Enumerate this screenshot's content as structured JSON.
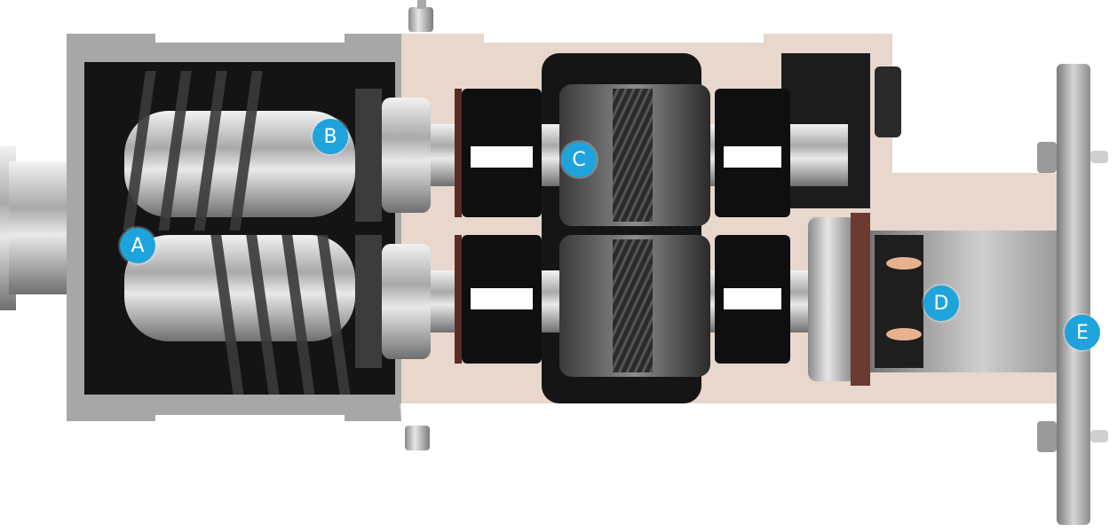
{
  "diagram": {
    "markers": [
      {
        "id": "A",
        "label": "A"
      },
      {
        "id": "B",
        "label": "B"
      },
      {
        "id": "C",
        "label": "C"
      },
      {
        "id": "D",
        "label": "D"
      },
      {
        "id": "E",
        "label": "E"
      }
    ],
    "colors": {
      "marker": "#1fa3dc",
      "housing": "#e7d6cb",
      "steel": "#b9b9b9",
      "dark": "#1b1b1b"
    }
  }
}
